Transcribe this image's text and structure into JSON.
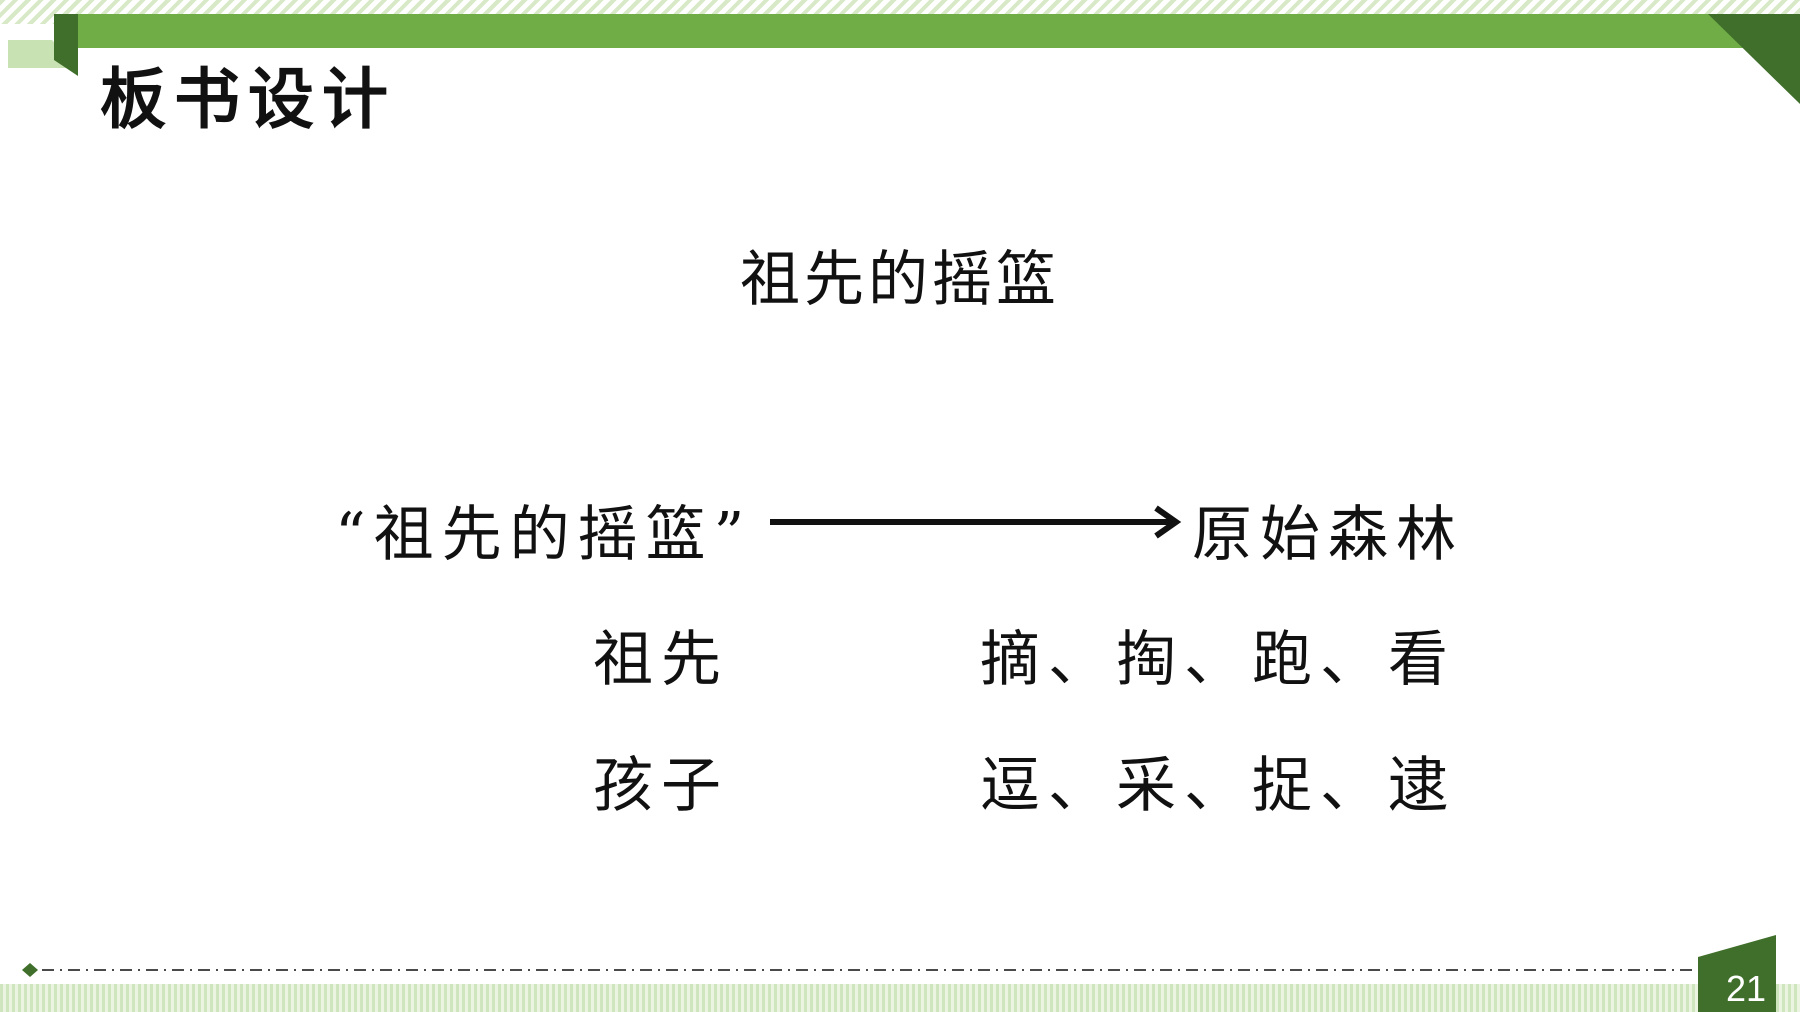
{
  "slide": {
    "title": "板书设计",
    "page_number": "21"
  },
  "board": {
    "heading": "祖先的摇篮",
    "left_label": "“祖先的摇篮”",
    "right_label": "原始森林",
    "rows": [
      {
        "left": "祖先",
        "right": "摘、掏、跑、看"
      },
      {
        "left": "孩子",
        "right": "逗、采、捉、逮"
      }
    ]
  },
  "colors": {
    "accent_green": "#70ad47",
    "dark_green": "#3f6f2a",
    "light_green": "#d7e9c6"
  }
}
